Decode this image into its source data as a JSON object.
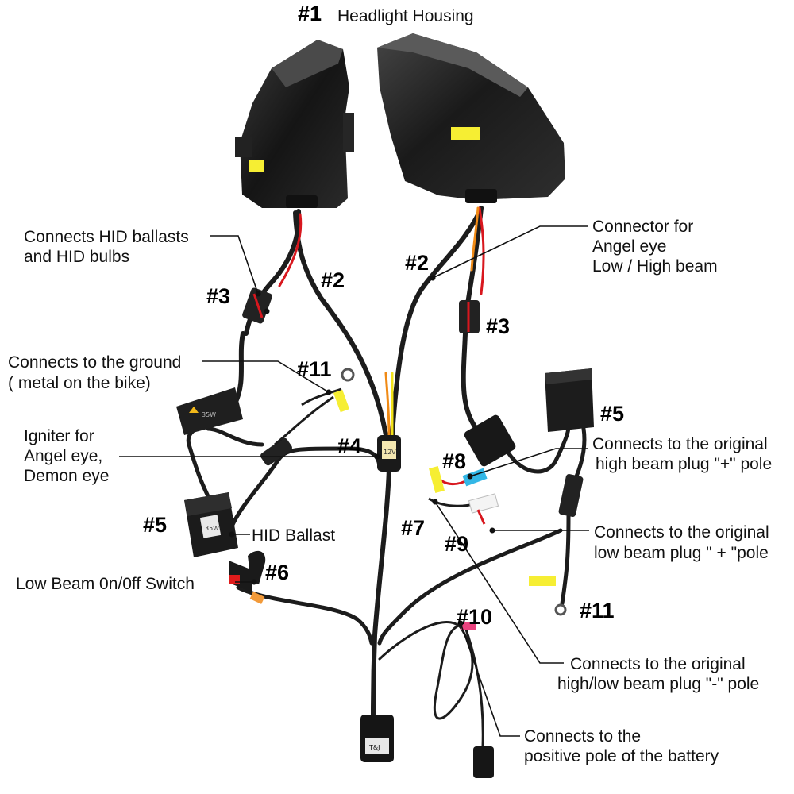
{
  "colors": {
    "housing": "#1a1a1a",
    "cable": "#1c1c1c",
    "wire_red": "#d8171e",
    "wire_orange": "#f08a15",
    "wire_yellow": "#f2e21a",
    "tag_yellow": "#f6ee33",
    "tag_blue": "#33b7e6",
    "tag_pink": "#e9427e",
    "tag_orange": "#f29a3a",
    "switch_red": "#e01b1b",
    "leader": "#111111"
  },
  "numbers": {
    "n1": "#1",
    "n2_left": "#2",
    "n2_right": "#2",
    "n3_left": "#3",
    "n3_right": "#3",
    "n4": "#4",
    "n5_left": "#5",
    "n5_right": "#5",
    "n6": "#6",
    "n7": "#7",
    "n8": "#8",
    "n9": "#9",
    "n10": "#10",
    "n11_top": "#11",
    "n11_right": "#11"
  },
  "labels": {
    "headlight_housing": "Headlight Housing",
    "hid_ballasts_line1": "Connects HID ballasts",
    "hid_ballasts_line2": "and HID bulbs",
    "angel_eye_connector_line1": "Connector for",
    "angel_eye_connector_line2": "Angel eye",
    "angel_eye_connector_line3": "Low  / High beam",
    "ground_line1": "Connects to the ground",
    "ground_line2": "( metal on the bike)",
    "igniter_line1": "Igniter for",
    "igniter_line2": "Angel eye,",
    "igniter_line3": "Demon eye",
    "hid_ballast": "HID Ballast",
    "low_beam_switch": "Low Beam 0n/0ff Switch",
    "high_beam_plus_line1": "Connects to the original",
    "high_beam_plus_line2": "high beam plug \"+\" pole",
    "low_beam_plus_line1": "Connects to the original",
    "low_beam_plus_line2": "low beam plug \" + \"pole",
    "hilo_minus_line1": "Connects to the original",
    "hilo_minus_line2": "high/low beam plug \"-\" pole",
    "battery_line1": "Connects to the",
    "battery_line2": "positive pole of the battery"
  },
  "device_text": {
    "ballast_left": "35W",
    "ballast_right": "35W",
    "igniter": "12V",
    "relay_box": "T&J"
  }
}
